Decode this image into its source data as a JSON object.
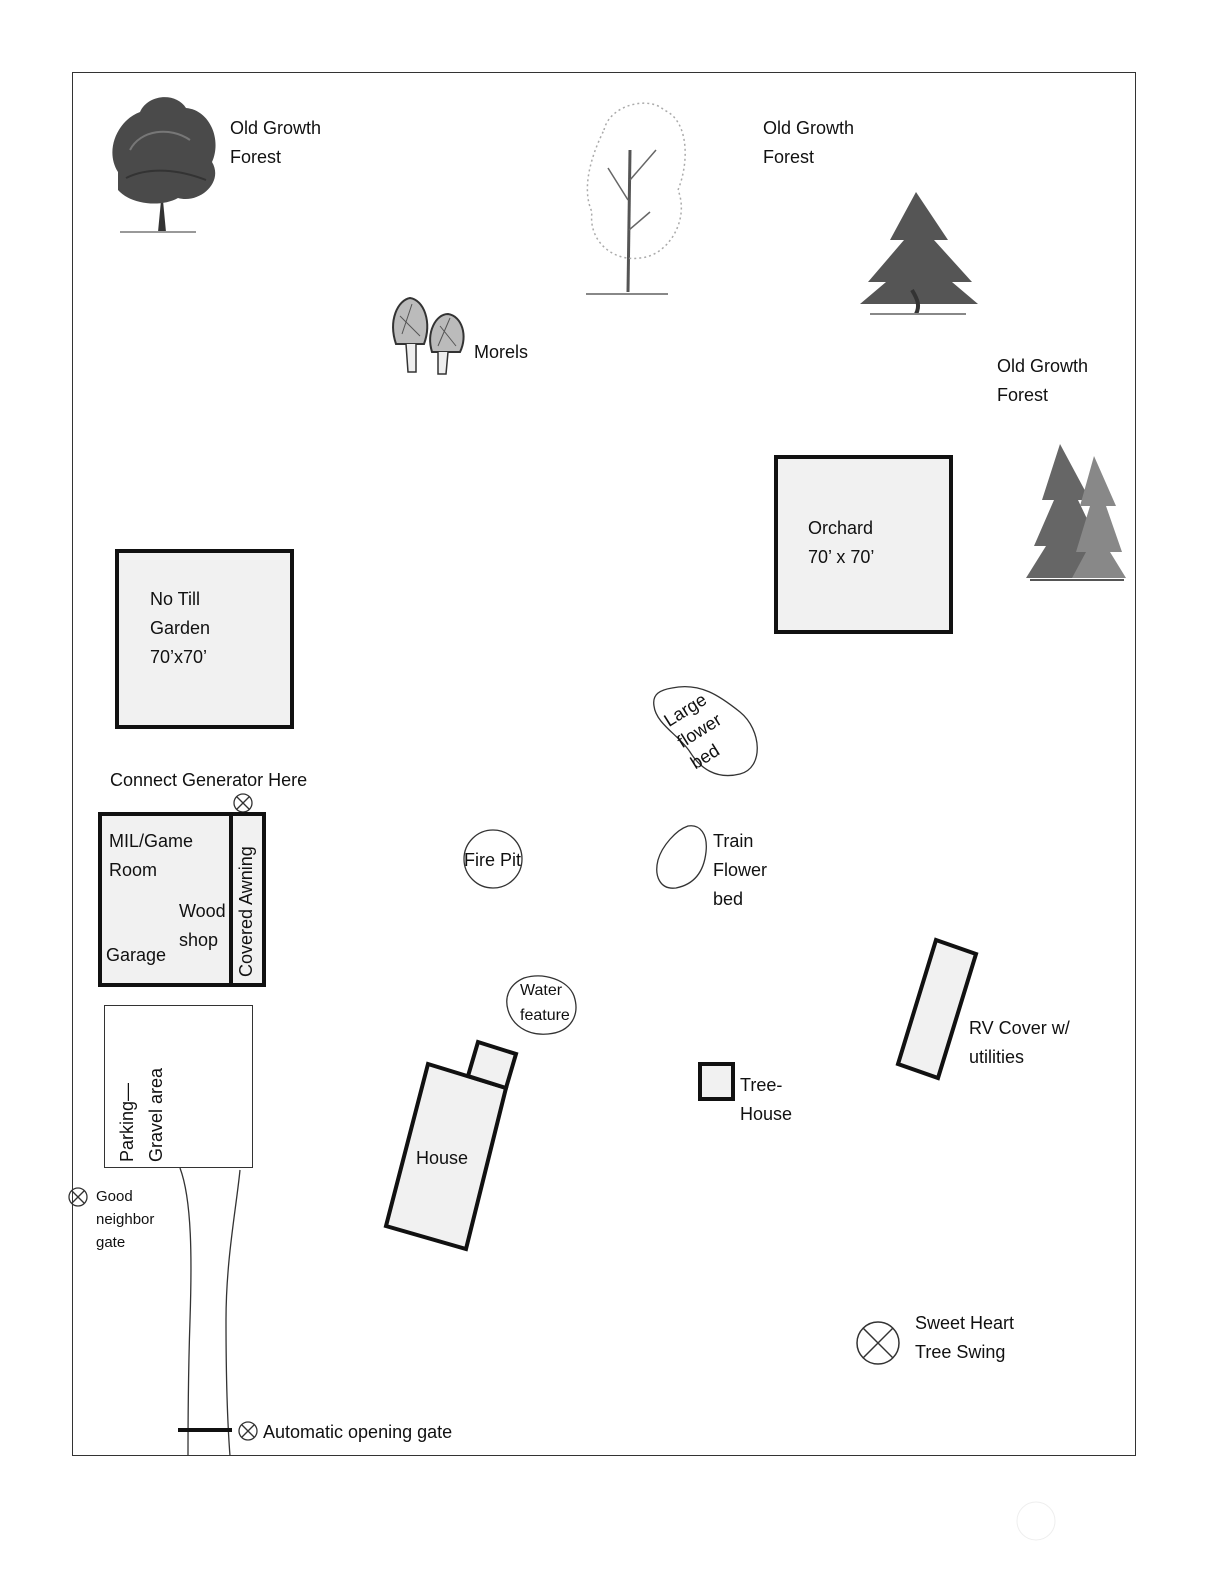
{
  "labels": {
    "forest_1": "Old Growth\nForest",
    "forest_2": "Old Growth\nForest",
    "forest_3": "Old Growth\nForest",
    "morels": "Morels",
    "orchard": "Orchard\n70’ x 70’",
    "garden": "No Till\nGarden\n70’x70’",
    "flower_bed_large": "Large\nflower\nbed",
    "generator": "Connect Generator Here",
    "mil_room": "MIL/Game\nRoom",
    "wood_shop": "Wood\nshop",
    "garage": "Garage",
    "covered_awning": "Covered Awning",
    "fire_pit": "Fire Pit",
    "train_bed": "Train\nFlower\nbed",
    "water_feature": "Water\nfeature",
    "rv_cover": "RV Cover w/\nutilities",
    "tree_house": "Tree-\nHouse",
    "parking": "Parking—\nGravel area",
    "house": "House",
    "neighbor_gate": "Good\nneighbor\ngate",
    "sweetheart_swing": "Sweet Heart\nTree Swing",
    "auto_gate": "Automatic opening gate"
  },
  "icons": [
    "deciduous-tree-icon",
    "birch-tree-icon",
    "pine-tree-icon",
    "fir-trees-icon",
    "morel-mushroom-icon",
    "marker-x-icon"
  ]
}
